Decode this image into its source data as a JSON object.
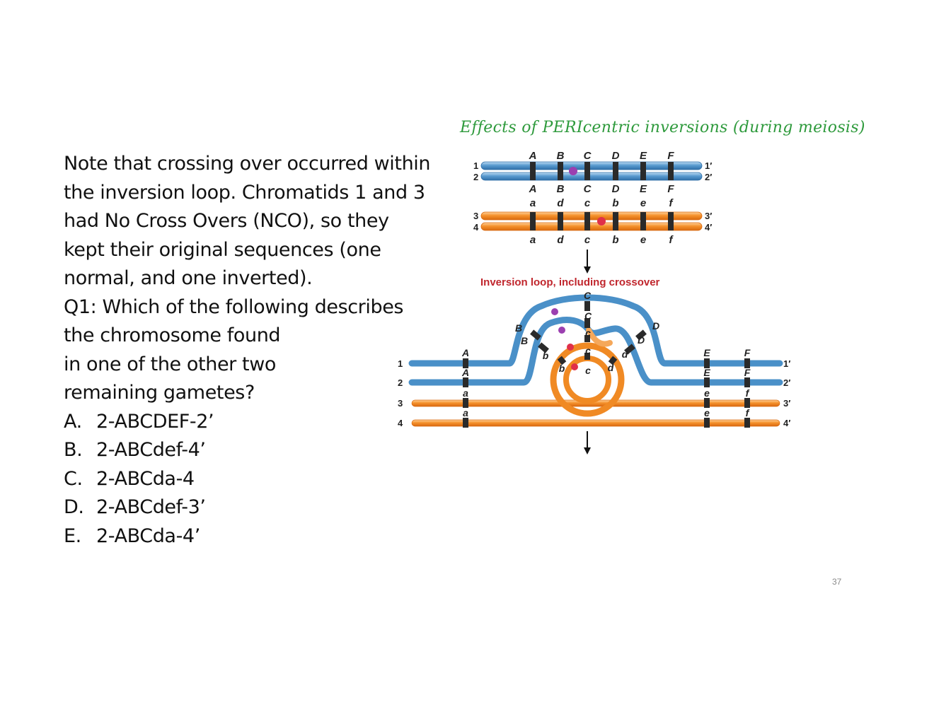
{
  "text": {
    "paragraph": "Note that crossing over occurred within the inversion loop. Chromatids 1 and 3 had No Cross Overs (NCO), so they kept their original sequences (one normal, and one inverted).",
    "question_line1": "Q1: Which of the following describes",
    "question_line2": "the chromosome found",
    "question_line3": "in one of the other two",
    "question_line4": "remaining gametes?"
  },
  "options": [
    {
      "letter": "A.",
      "text": "2-ABCDEF-2’"
    },
    {
      "letter": "B.",
      "text": "2-ABCdef-4’"
    },
    {
      "letter": "C.",
      "text": "2-ABCda-4"
    },
    {
      "letter": "D.",
      "text": "2-ABCdef-3’"
    },
    {
      "letter": "E.",
      "text": "2-ABCda-4’"
    }
  ],
  "figure": {
    "title": "Effects of PERIcentric inversions (during meiosis)",
    "loop_caption": "Inversion loop, including crossover",
    "top": {
      "upper_genes": [
        "A",
        "B",
        "C",
        "D",
        "E",
        "F"
      ],
      "middle_genes_upper": [
        "A",
        "B",
        "C",
        "D",
        "E",
        "F"
      ],
      "middle_genes_lower": [
        "a",
        "d",
        "c",
        "b",
        "e",
        "f"
      ],
      "lower_genes": [
        "a",
        "d",
        "c",
        "b",
        "e",
        "f"
      ],
      "left_numbers": [
        "1",
        "2",
        "3",
        "4"
      ],
      "right_numbers": [
        "1′",
        "2′",
        "3′",
        "4′"
      ]
    },
    "loop": {
      "C1": "C",
      "C2": "C",
      "c1": "c",
      "c2": "c",
      "c3": "c",
      "B1": "B",
      "B2": "B",
      "b1": "b",
      "b2": "b",
      "D1": "D",
      "D2": "D",
      "d1": "d",
      "d2": "d",
      "A1": "A",
      "A2": "A",
      "a1": "a",
      "a2": "a",
      "E1": "E",
      "E2": "E",
      "e1": "e",
      "e2": "e",
      "F1": "F",
      "F2": "F",
      "f1": "f",
      "f2": "f",
      "left_numbers": [
        "1",
        "2",
        "3",
        "4"
      ],
      "right_numbers": [
        "1′",
        "2′",
        "3′",
        "4′"
      ]
    },
    "colors": {
      "blue": "#4a90c8",
      "orange": "#f08a24",
      "band": "#2a2a2a",
      "centromere_purple": "#9b3fb0",
      "centromere_red": "#e0304a",
      "title_green": "#2e9a3c",
      "caption_red": "#c0262d"
    }
  },
  "page_number": "37"
}
